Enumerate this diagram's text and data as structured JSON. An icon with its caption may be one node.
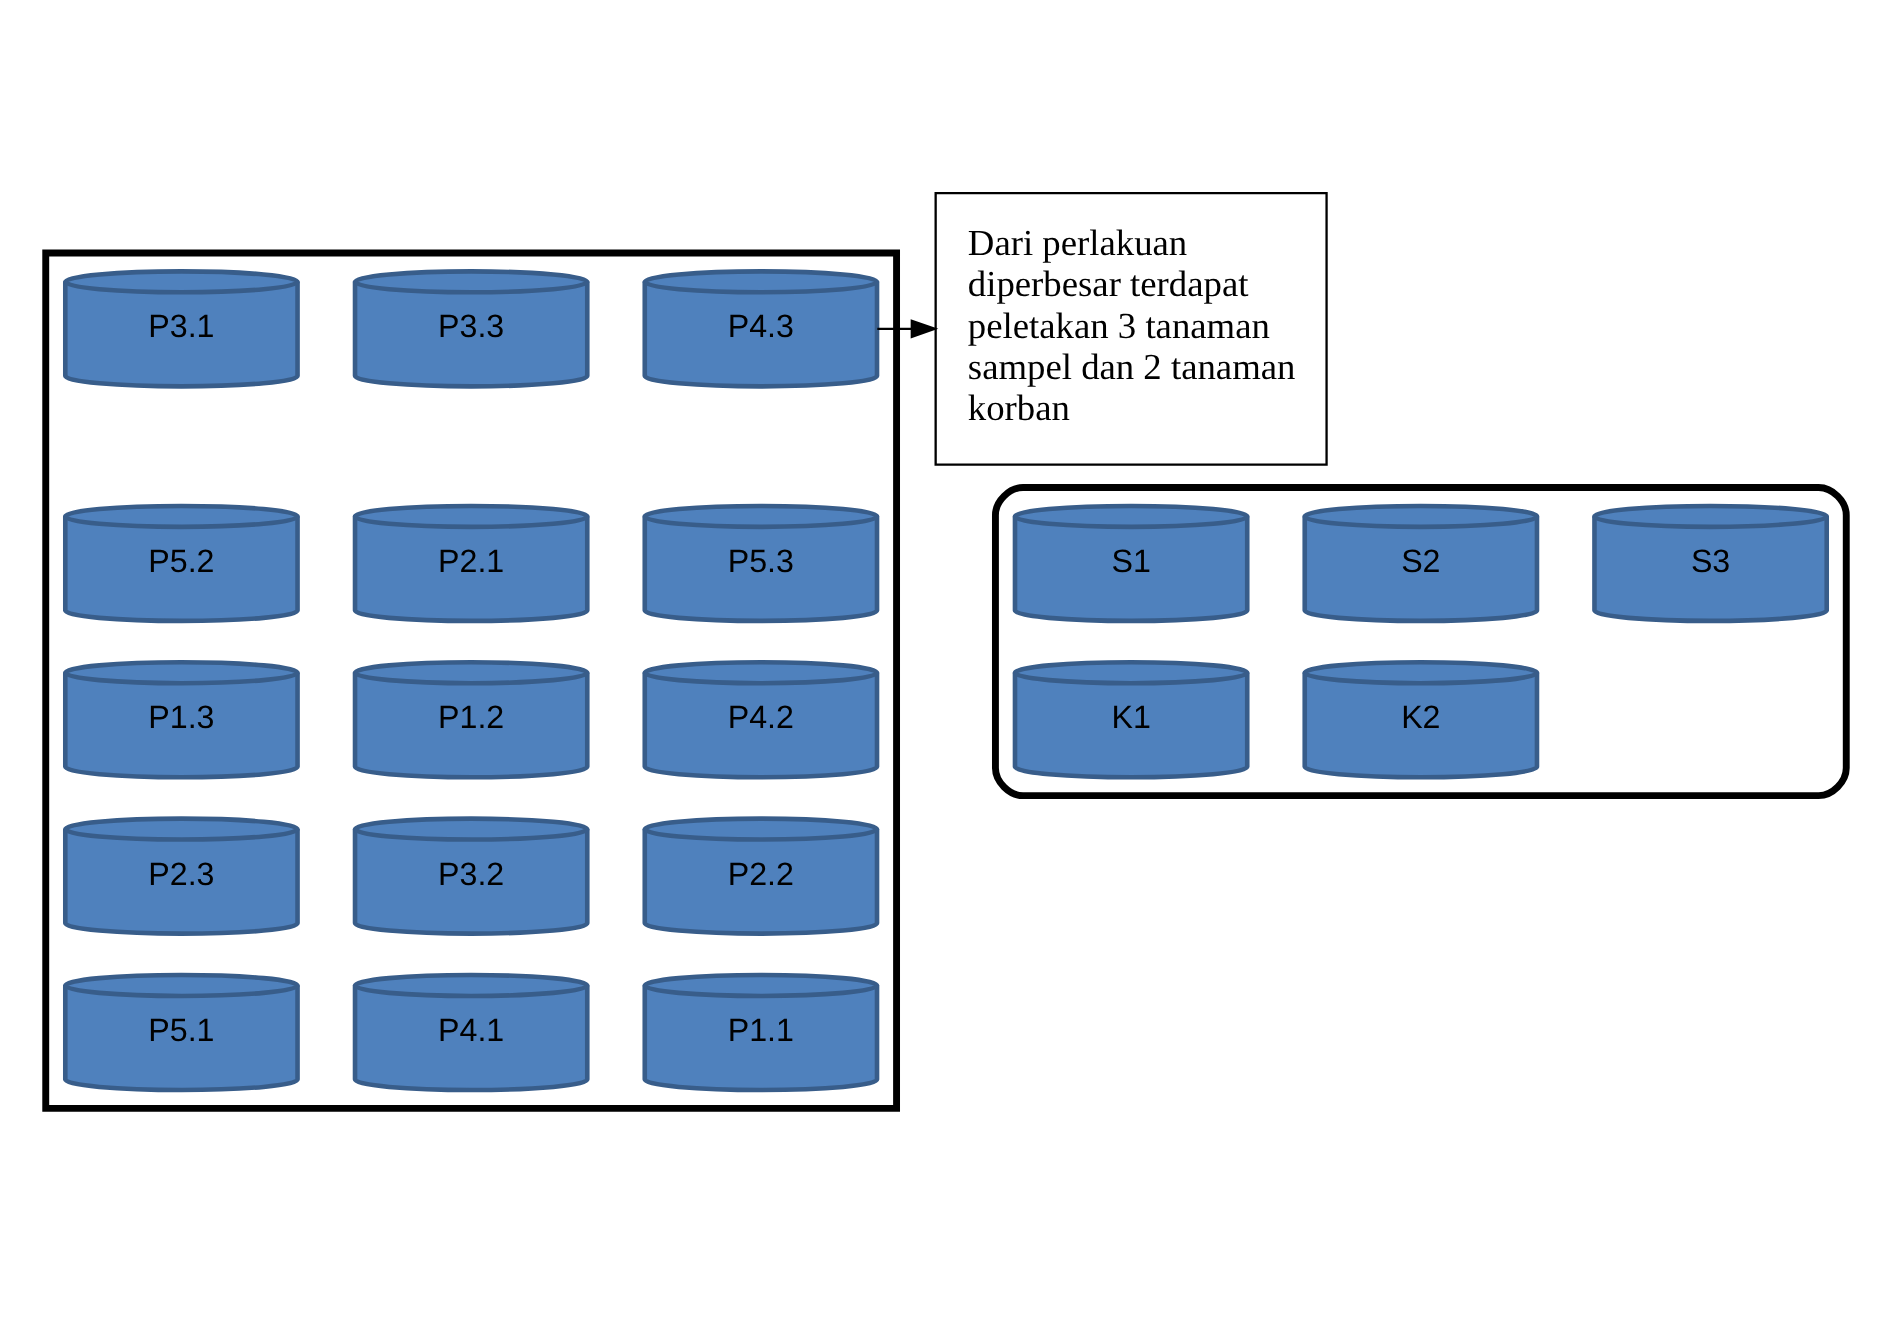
{
  "diagram": {
    "nodes": [
      {
        "text": [],
        "shape": "box"
      },
      {
        "text": [
          "P3.1"
        ],
        "in": 0
      },
      {
        "text": [
          "P3.3"
        ],
        "in": 0
      },
      {
        "text": [
          "P4.3"
        ],
        "in": 0
      },
      {
        "text": [
          "P5.2"
        ],
        "in": 0
      },
      {
        "text": [
          "P2.1"
        ],
        "in": 0
      },
      {
        "text": [
          "P5.3"
        ],
        "in": 0
      },
      {
        "text": [
          "P1.3"
        ],
        "in": 0
      },
      {
        "text": [
          "P1.2"
        ],
        "in": 0
      },
      {
        "text": [
          "P4.2"
        ],
        "in": 0
      },
      {
        "text": [
          "P2.3"
        ],
        "in": 0
      },
      {
        "text": [
          "P3.2"
        ],
        "in": 0
      },
      {
        "text": [
          "P2.2"
        ],
        "in": 0
      },
      {
        "text": [
          "P5.1"
        ],
        "in": 0
      },
      {
        "text": [
          "P4.1"
        ],
        "in": 0
      },
      {
        "text": [
          "P1.1"
        ],
        "in": 0
      },
      {
        "text": [
          "Dari perlakuan diperbesar terdapat peletakan 3 tanaman sampel dan 2 tanaman korban"
        ]
      },
      {
        "text": [],
        "shape": "box"
      },
      {
        "text": [
          "S1"
        ],
        "in": 17
      },
      {
        "text": [
          "S2"
        ],
        "in": 17
      },
      {
        "text": [
          "S3"
        ],
        "in": 17
      },
      {
        "text": [
          "K1"
        ],
        "in": 17
      },
      {
        "text": [
          "K2"
        ],
        "in": 17
      }
    ],
    "edges": [
      {
        "from": 3,
        "to": 16,
        "arrow": "to"
      }
    ]
  }
}
